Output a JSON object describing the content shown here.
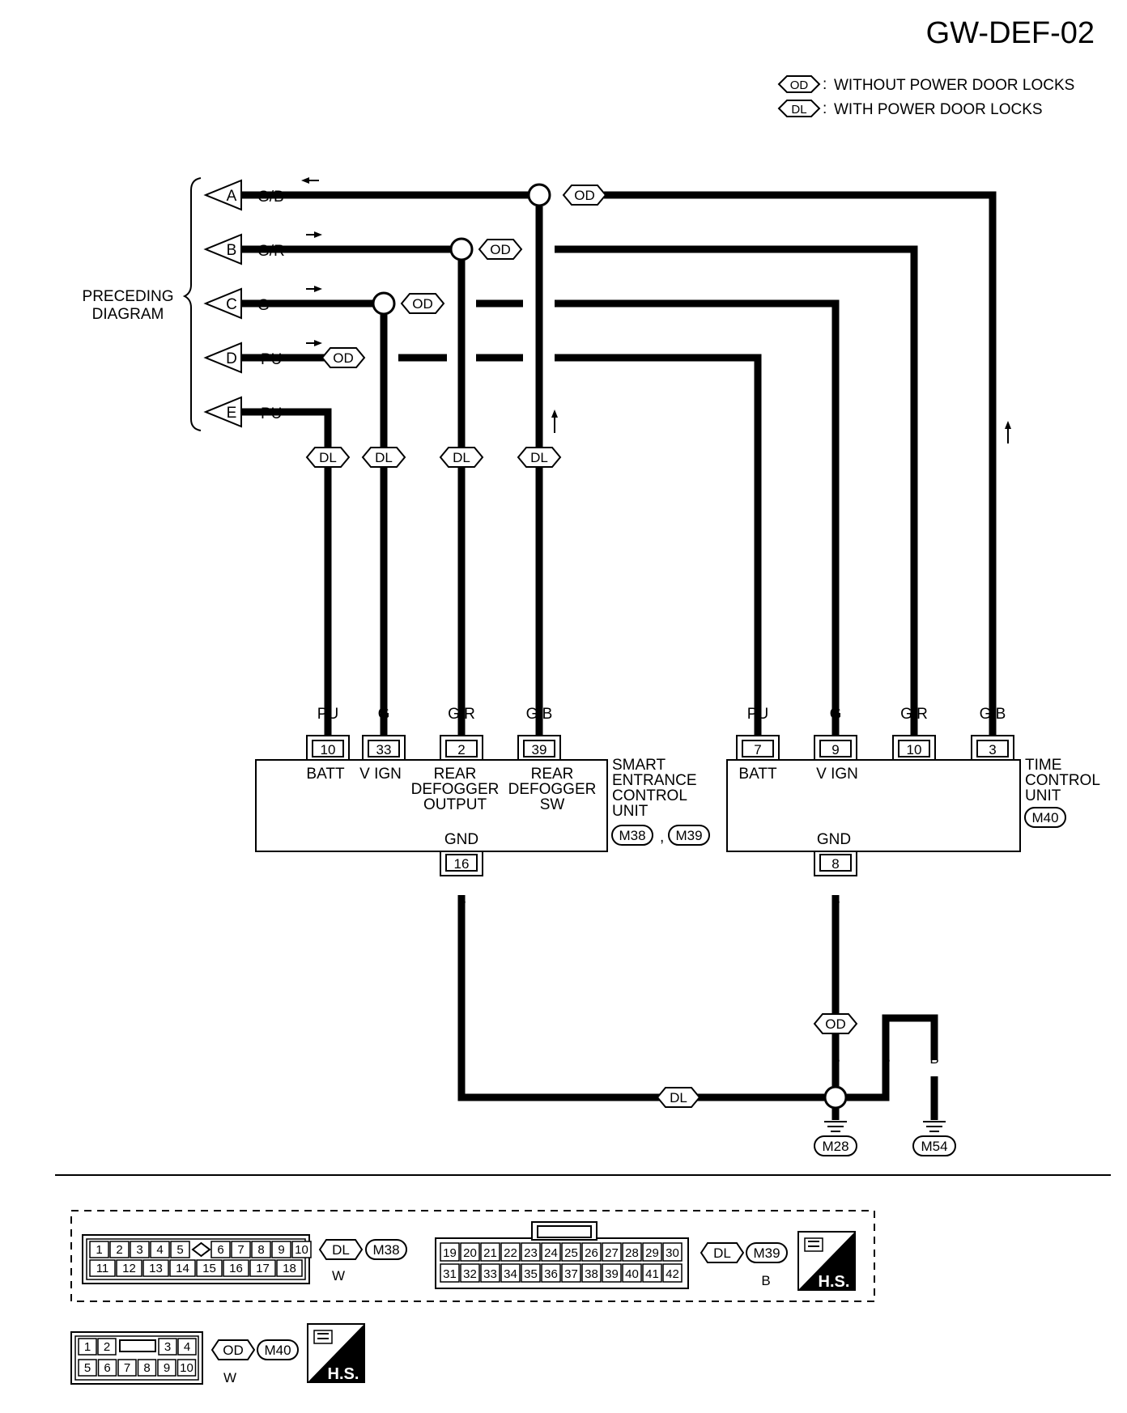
{
  "page_id": "GW-DEF-02",
  "legend": [
    {
      "code": "OD",
      "text": "WITHOUT POWER DOOR LOCKS"
    },
    {
      "code": "DL",
      "text": "WITH POWER DOOR LOCKS"
    }
  ],
  "preceding_label_1": "PRECEDING",
  "preceding_label_2": "DIAGRAM",
  "connectors": [
    "A",
    "B",
    "C",
    "D",
    "E"
  ],
  "wire_colors": [
    "G/B",
    "G/R",
    "G",
    "PU",
    "PU"
  ],
  "od": "OD",
  "dl": "DL",
  "unit1": {
    "name_lines": [
      "SMART",
      "ENTRANCE",
      "CONTROL",
      "UNIT"
    ],
    "connector_refs": [
      "M38",
      "M39"
    ],
    "sep": ",",
    "wires": [
      "PU",
      "G",
      "G/R",
      "G/B"
    ],
    "pins": [
      "10",
      "33",
      "2",
      "39"
    ],
    "functions": [
      "BATT",
      "V IGN"
    ],
    "rear_output": [
      "REAR",
      "DEFOGGER",
      "OUTPUT"
    ],
    "rear_sw": [
      "REAR",
      "DEFOGGER",
      "SW"
    ],
    "gnd": "GND",
    "gnd_pin": "16",
    "gnd_wire": "B"
  },
  "unit2": {
    "name_lines": [
      "TIME",
      "CONTROL",
      "UNIT"
    ],
    "connector_ref": "M40",
    "wires": [
      "PU",
      "G",
      "G/R",
      "G/B"
    ],
    "pins": [
      "7",
      "9",
      "10",
      "3"
    ],
    "functions": [
      "BATT",
      "V IGN"
    ],
    "gnd": "GND",
    "gnd_pin": "8",
    "gnd_wire": "B"
  },
  "ground_wire": "B",
  "grounds": [
    "M28",
    "M54"
  ],
  "connector_views": {
    "m38": {
      "ref": "M38",
      "type": "DL",
      "color": "W",
      "row1": [
        "1",
        "2",
        "3",
        "4",
        "5",
        "6",
        "7",
        "8",
        "9",
        "10"
      ],
      "row2": [
        "11",
        "12",
        "13",
        "14",
        "15",
        "16",
        "17",
        "18"
      ]
    },
    "m39": {
      "ref": "M39",
      "type": "DL",
      "color": "B",
      "row1": [
        "19",
        "20",
        "21",
        "22",
        "23",
        "24",
        "25",
        "26",
        "27",
        "28",
        "29",
        "30"
      ],
      "row2": [
        "31",
        "32",
        "33",
        "34",
        "35",
        "36",
        "37",
        "38",
        "39",
        "40",
        "41",
        "42"
      ]
    },
    "m40": {
      "ref": "M40",
      "type": "OD",
      "color": "W",
      "row1": [
        "1",
        "2",
        "3",
        "4"
      ],
      "row2": [
        "5",
        "6",
        "7",
        "8",
        "9",
        "10"
      ]
    },
    "hs": "H.S."
  }
}
